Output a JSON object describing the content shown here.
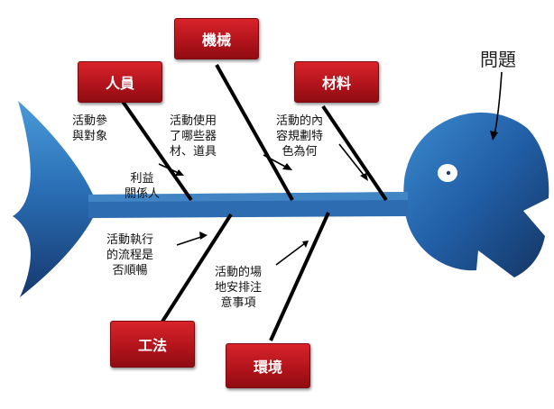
{
  "problem_label": "問題",
  "categories": {
    "people": "人員",
    "machine": "機械",
    "material": "材料",
    "method": "工法",
    "environment": "環境"
  },
  "notes": {
    "people": [
      "活動參",
      "與對象"
    ],
    "stakeholders": [
      "利益",
      "關係人"
    ],
    "machine": [
      "活動使用",
      "了哪些器",
      "材、道具"
    ],
    "material": [
      "活動的內",
      "容規劃特",
      "色為何"
    ],
    "method": [
      "活動執行",
      "的流程是",
      "否順暢"
    ],
    "environment": [
      "活動的場",
      "地安排注",
      "意事項"
    ]
  },
  "colors": {
    "fish_dark": "#1a3f7a",
    "fish_light": "#3d8fd0",
    "category_red": "#c0151d",
    "bone_line": "#000000"
  }
}
